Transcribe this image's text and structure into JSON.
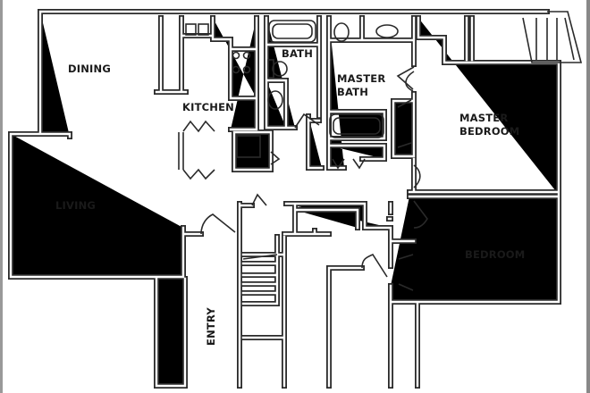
{
  "rooms": {
    "dining": "DINING",
    "kitchen": "KITCHEN",
    "bath": "BATH",
    "master_bath_line1": "MASTER",
    "master_bath_line2": "BATH",
    "master_bedroom_line1": "MASTER",
    "master_bedroom_line2": "BEDROOM",
    "living": "LIVING",
    "bedroom": "BEDROOM",
    "entry": "ENTRY"
  }
}
